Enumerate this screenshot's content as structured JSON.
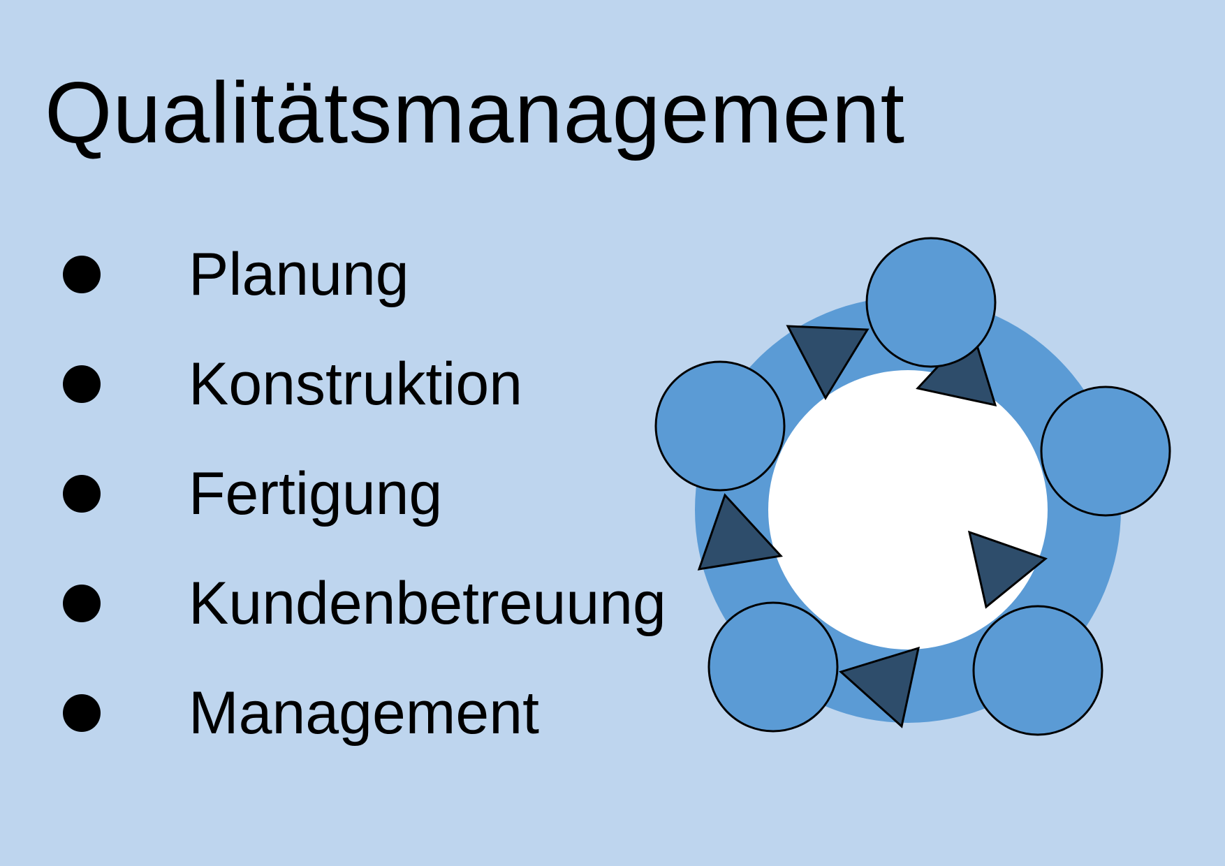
{
  "slide": {
    "title": "Qualitätsmanagement",
    "bullets": [
      "Planung",
      "Konstruktion",
      "Fertigung",
      "Kundenbetreuung",
      "Management"
    ]
  },
  "diagram": {
    "type": "cycle",
    "node_count": 5,
    "arrow_count": 5,
    "direction": "clockwise",
    "colors": {
      "background": "#bed5ee",
      "ring": "#5b9bd5",
      "center": "#ffffff",
      "node_fill": "#5b9bd5",
      "node_stroke": "#000000",
      "arrow_fill": "#2e4d6b"
    }
  }
}
